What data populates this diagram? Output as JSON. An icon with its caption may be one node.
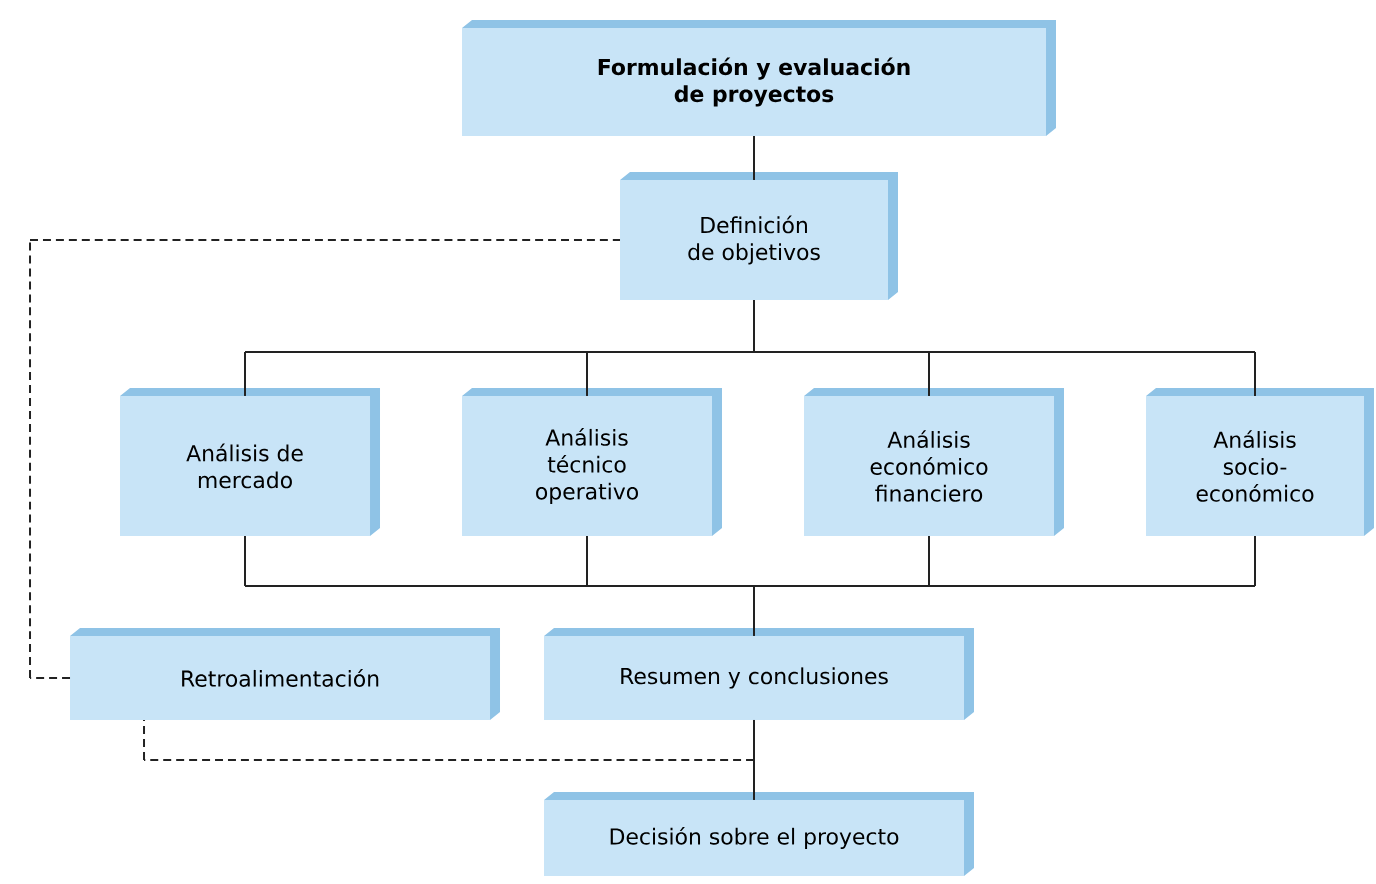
{
  "diagram": {
    "nodes": [
      {
        "text": [
          "Formulación y evaluación de proyectos"
        ]
      },
      {
        "text": [
          "Definición de objetivos"
        ]
      },
      {
        "text": [
          "Análisis de mercado"
        ]
      },
      {
        "text": [
          "Análisis técnico operativo"
        ]
      },
      {
        "text": [
          "Análisis económico financiero"
        ]
      },
      {
        "text": [
          "Análisis socio- económico"
        ]
      },
      {
        "text": [
          "Retroalimentación"
        ]
      },
      {
        "text": [
          "Resumen y conclusiones"
        ]
      },
      {
        "text": [
          "Decisión sobre el proyecto"
        ]
      }
    ],
    "edges": [
      {
        "from": 0,
        "to": 1,
        "arrow": "none"
      },
      {
        "from": 1,
        "to": 2,
        "arrow": "none"
      },
      {
        "from": 1,
        "to": 3,
        "arrow": "none"
      },
      {
        "from": 1,
        "to": 4,
        "arrow": "none"
      },
      {
        "from": 1,
        "to": 5,
        "arrow": "none"
      },
      {
        "from": 2,
        "to": 7,
        "arrow": "none"
      },
      {
        "from": 3,
        "to": 7,
        "arrow": "none"
      },
      {
        "from": 4,
        "to": 7,
        "arrow": "none"
      },
      {
        "from": 5,
        "to": 7,
        "arrow": "none"
      },
      {
        "from": 7,
        "to": 8,
        "arrow": "none"
      },
      {
        "from": 7,
        "to": 6,
        "arrow": "none",
        "style": "dashed"
      },
      {
        "from": 6,
        "to": 1,
        "arrow": "none",
        "style": "dashed"
      }
    ]
  }
}
